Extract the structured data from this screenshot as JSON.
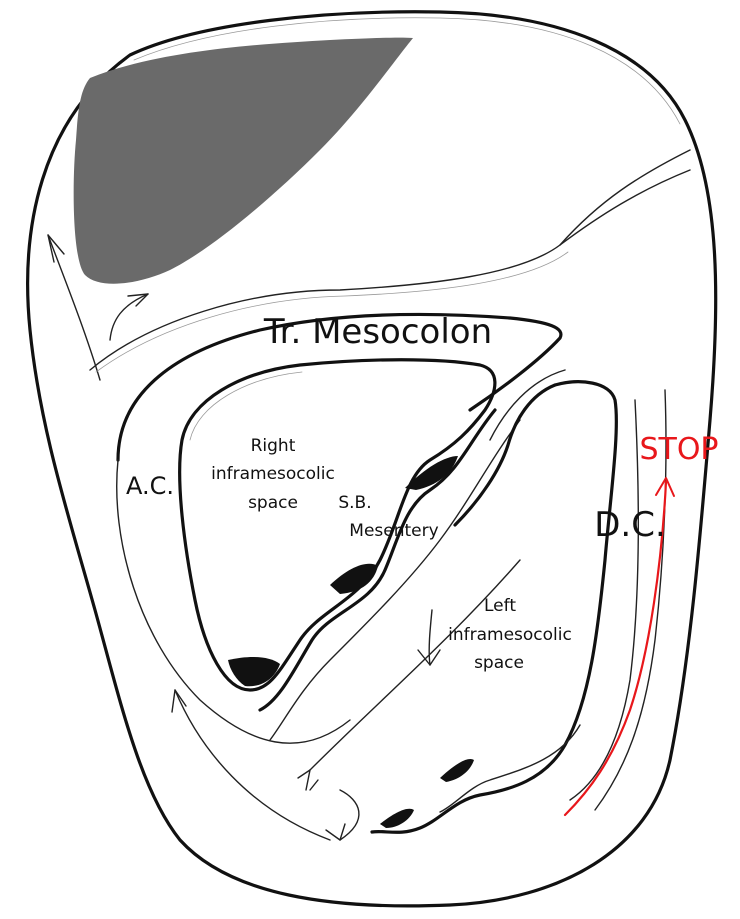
{
  "colors": {
    "outline": "#111111",
    "liver": "#6a6a6a",
    "dark_recess": "#111111",
    "stop": "#e8171b"
  },
  "labels": {
    "tr_mesocolon": "Tr. Mesocolon",
    "ac": "A.C.",
    "dc": "D.C.",
    "right_space_line1": "Right",
    "right_space_line2": "inframesocolic",
    "right_space_line3": "space",
    "sb_line1": "S.B.",
    "sb_line2": "Mesentery",
    "left_space_line1": "Left",
    "left_space_line2": "inframesocolic",
    "left_space_line3": "space",
    "stop": "STOP"
  }
}
